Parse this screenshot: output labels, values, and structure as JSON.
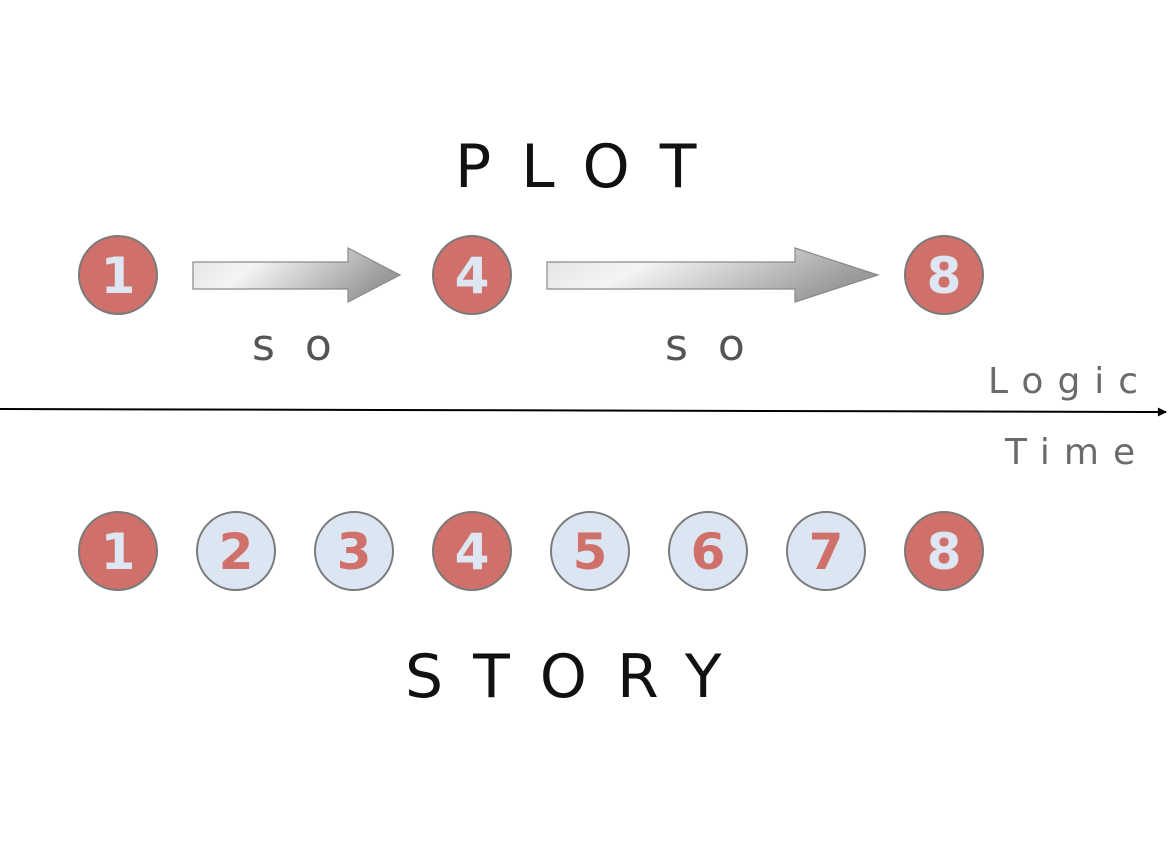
{
  "plot": {
    "title": "PLOT",
    "nodes": [
      "1",
      "4",
      "8"
    ],
    "connectors": [
      "so",
      "so"
    ]
  },
  "story": {
    "title": "STORY",
    "nodes": [
      {
        "label": "1",
        "kind": "key"
      },
      {
        "label": "2",
        "kind": "minor"
      },
      {
        "label": "3",
        "kind": "minor"
      },
      {
        "label": "4",
        "kind": "key"
      },
      {
        "label": "5",
        "kind": "minor"
      },
      {
        "label": "6",
        "kind": "minor"
      },
      {
        "label": "7",
        "kind": "minor"
      },
      {
        "label": "8",
        "kind": "key"
      }
    ]
  },
  "axis": {
    "label_top": "Logic",
    "label_bottom": "Time"
  },
  "colors": {
    "key_fill": "#d0706a",
    "key_text": "#dde6f2",
    "minor_fill": "#dce6f2",
    "minor_text": "#d0706a",
    "node_stroke": "#7a7a7a",
    "axis": "#000000"
  }
}
